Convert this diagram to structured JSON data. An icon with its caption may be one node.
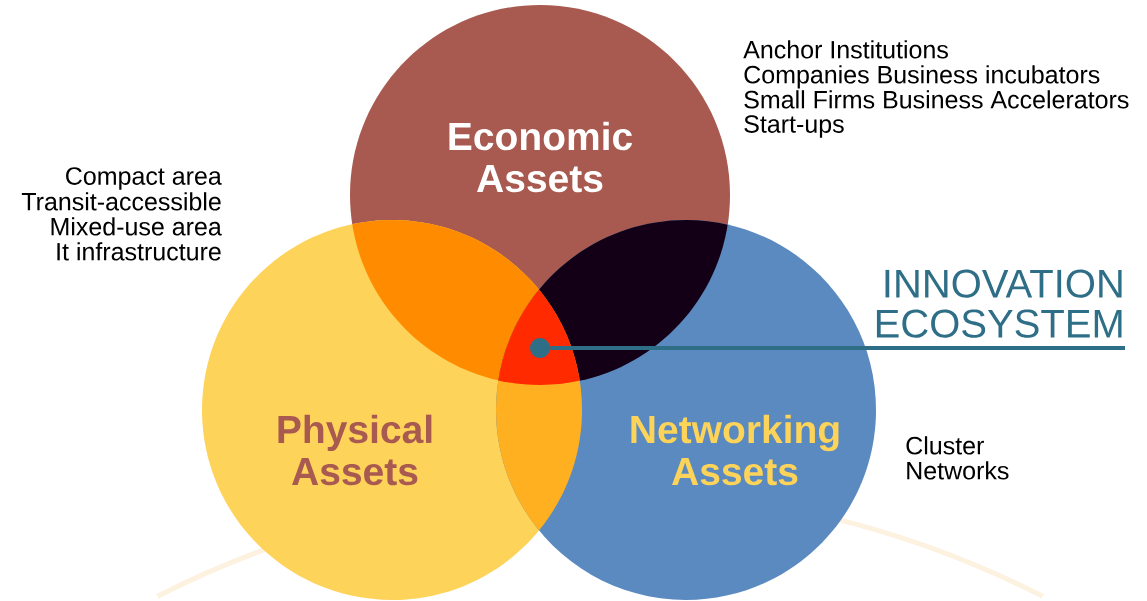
{
  "diagram": {
    "nodes": [
      {
        "text": [
          "Economic Assets"
        ],
        "beside": [
          "Anchor Institutions",
          "Companies Business incubators",
          "Small Firms Business Accelerators",
          "Start-ups"
        ]
      },
      {
        "text": [
          "Physical Assets"
        ],
        "beside": [
          "Compact area",
          "Transit-accessible",
          "Mixed-use area",
          "It infrastructure"
        ]
      },
      {
        "text": [
          "Networking Assets"
        ],
        "beside": [
          "Cluster",
          "Networks"
        ]
      },
      {
        "text": [
          "INNOVATION ECOSYSTEM"
        ]
      },
      {
        "text": [],
        "shape": "circle"
      }
    ],
    "edges": [
      {
        "from": 3,
        "to": 4,
        "arrow": "none"
      }
    ]
  }
}
